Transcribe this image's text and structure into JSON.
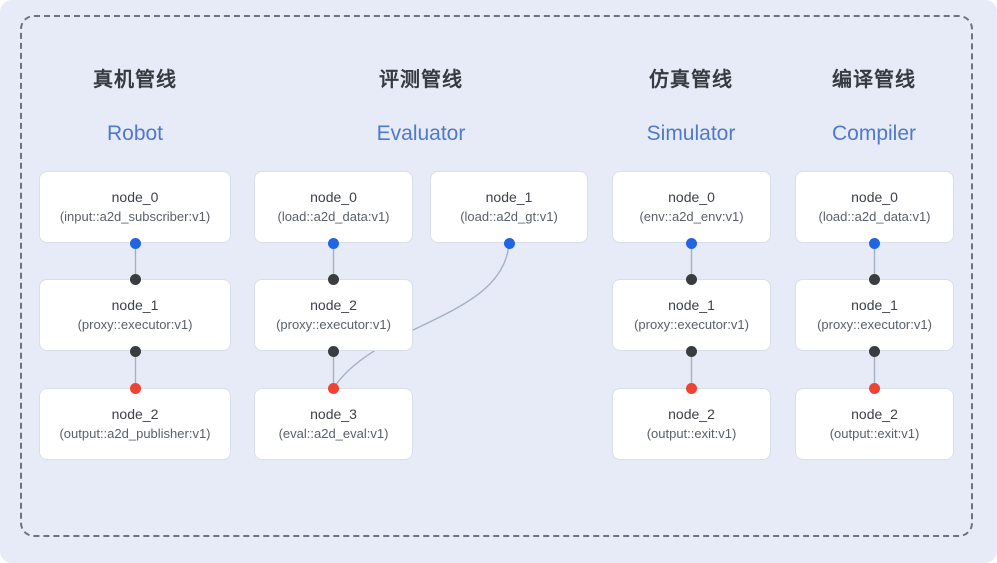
{
  "pipelines": [
    {
      "id": "robot",
      "title_cn": "真机管线",
      "title_en": "Robot",
      "nodes": [
        {
          "title": "node_0",
          "subtitle": "(input::a2d_subscriber:v1)"
        },
        {
          "title": "node_1",
          "subtitle": "(proxy::executor:v1)"
        },
        {
          "title": "node_2",
          "subtitle": "(output::a2d_publisher:v1)"
        }
      ]
    },
    {
      "id": "evaluator",
      "title_cn": "评测管线",
      "title_en": "Evaluator",
      "nodes": [
        {
          "title": "node_0",
          "subtitle": "(load::a2d_data:v1)"
        },
        {
          "title": "node_1",
          "subtitle": "(load::a2d_gt:v1)"
        },
        {
          "title": "node_2",
          "subtitle": "(proxy::executor:v1)"
        },
        {
          "title": "node_3",
          "subtitle": "(eval::a2d_eval:v1)"
        }
      ]
    },
    {
      "id": "simulator",
      "title_cn": "仿真管线",
      "title_en": "Simulator",
      "nodes": [
        {
          "title": "node_0",
          "subtitle": "(env::a2d_env:v1)"
        },
        {
          "title": "node_1",
          "subtitle": "(proxy::executor:v1)"
        },
        {
          "title": "node_2",
          "subtitle": "(output::exit:v1)"
        }
      ]
    },
    {
      "id": "compiler",
      "title_cn": "编译管线",
      "title_en": "Compiler",
      "nodes": [
        {
          "title": "node_0",
          "subtitle": "(load::a2d_data:v1)"
        },
        {
          "title": "node_1",
          "subtitle": "(proxy::executor:v1)"
        },
        {
          "title": "node_2",
          "subtitle": "(output::exit:v1)"
        }
      ]
    }
  ],
  "colors": {
    "background": "#e7ebf7",
    "dashed_border": "#6b7380",
    "node_background": "#ffffff",
    "node_border": "#d9dee8",
    "edge": "#a6b0c3",
    "port_output_dot": "#2066e2",
    "port_internal_dot": "#3a3d40",
    "port_final_dot": "#ef4433",
    "title_cn_color": "#363b42",
    "title_en_color": "#4e79cc"
  }
}
